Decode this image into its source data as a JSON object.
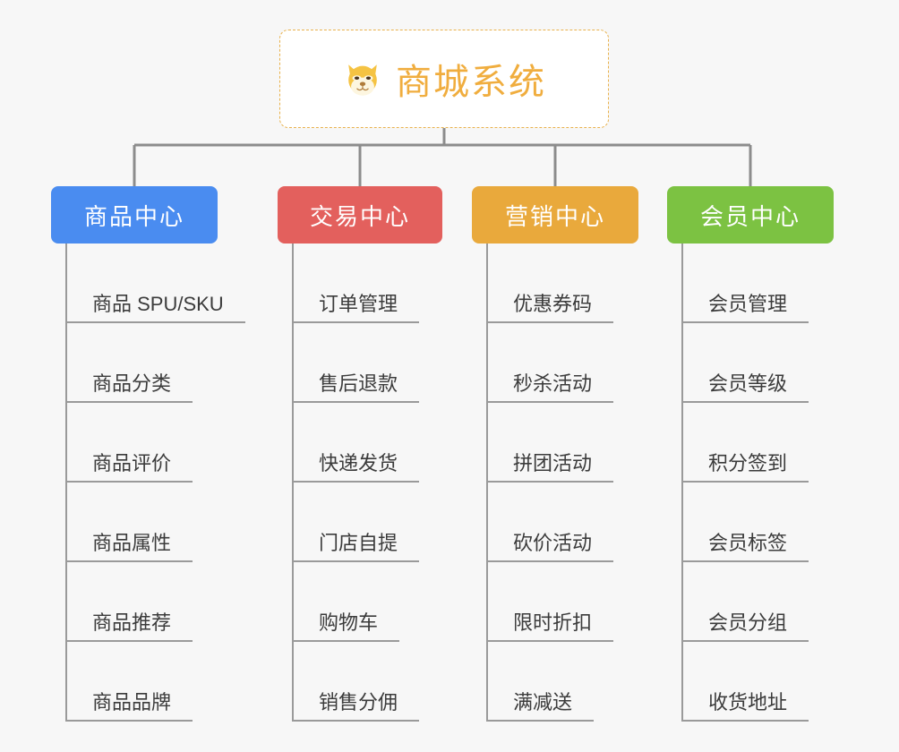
{
  "page": {
    "background_color": "#f7f7f7",
    "type": "mindmap"
  },
  "root": {
    "title": "商城系统",
    "icon": "shiba-dog-face-icon",
    "text_color": "#f0ad3e",
    "border_color": "#e8b14c",
    "background_color": "#ffffff"
  },
  "branches": [
    {
      "label": "商品中心",
      "color": "#4a8cf0",
      "items": [
        "商品 SPU/SKU",
        "商品分类",
        "商品评价",
        "商品属性",
        "商品推荐",
        "商品品牌"
      ]
    },
    {
      "label": "交易中心",
      "color": "#e3605d",
      "items": [
        "订单管理",
        "售后退款",
        "快递发货",
        "门店自提",
        "购物车",
        "销售分佣"
      ]
    },
    {
      "label": "营销中心",
      "color": "#e9a93c",
      "items": [
        "优惠券码",
        "秒杀活动",
        "拼团活动",
        "砍价活动",
        "限时折扣",
        "满减送"
      ]
    },
    {
      "label": "会员中心",
      "color": "#7cc242",
      "items": [
        "会员管理",
        "会员等级",
        "积分签到",
        "会员标签",
        "会员分组",
        "收货地址"
      ]
    }
  ],
  "connector": {
    "color": "#8c8c8c"
  }
}
